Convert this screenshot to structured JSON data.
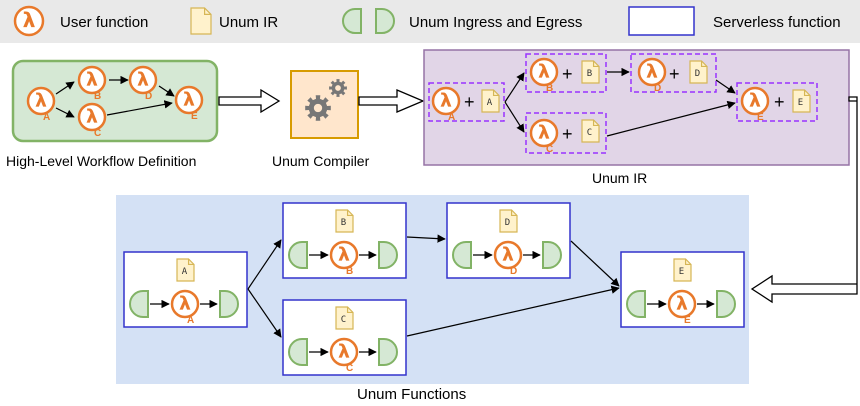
{
  "legend": {
    "user_function": "User function",
    "ir": "Unum IR",
    "ingress_egress": "Unum Ingress and Egress",
    "serverless": "Serverless function"
  },
  "labels": {
    "workflow": "High-Level Workflow Definition",
    "compiler": "Unum Compiler",
    "ir_region": "Unum IR",
    "functions_region": "Unum Functions"
  },
  "nodes": [
    "A",
    "B",
    "C",
    "D",
    "E"
  ],
  "symbols": {
    "lambda": "λ",
    "plus": "+"
  },
  "colors": {
    "lambda_orange": "#e8792b",
    "doc_fill": "#fff2cc",
    "doc_stroke": "#d6b656",
    "gate_green": "#82b366",
    "gate_fill": "#d5e8d4",
    "workflow_fill": "#d5e8d4",
    "ir_fill": "#e1d5e7",
    "ir_stroke": "#9673a6",
    "functions_fill": "#d4e1f5",
    "serverless_stroke": "#3333cc",
    "selection_dash": "#9933ff",
    "compiler_stroke": "#d79b00",
    "compiler_fill": "#ffe6cc",
    "gear_gray": "#777777"
  }
}
